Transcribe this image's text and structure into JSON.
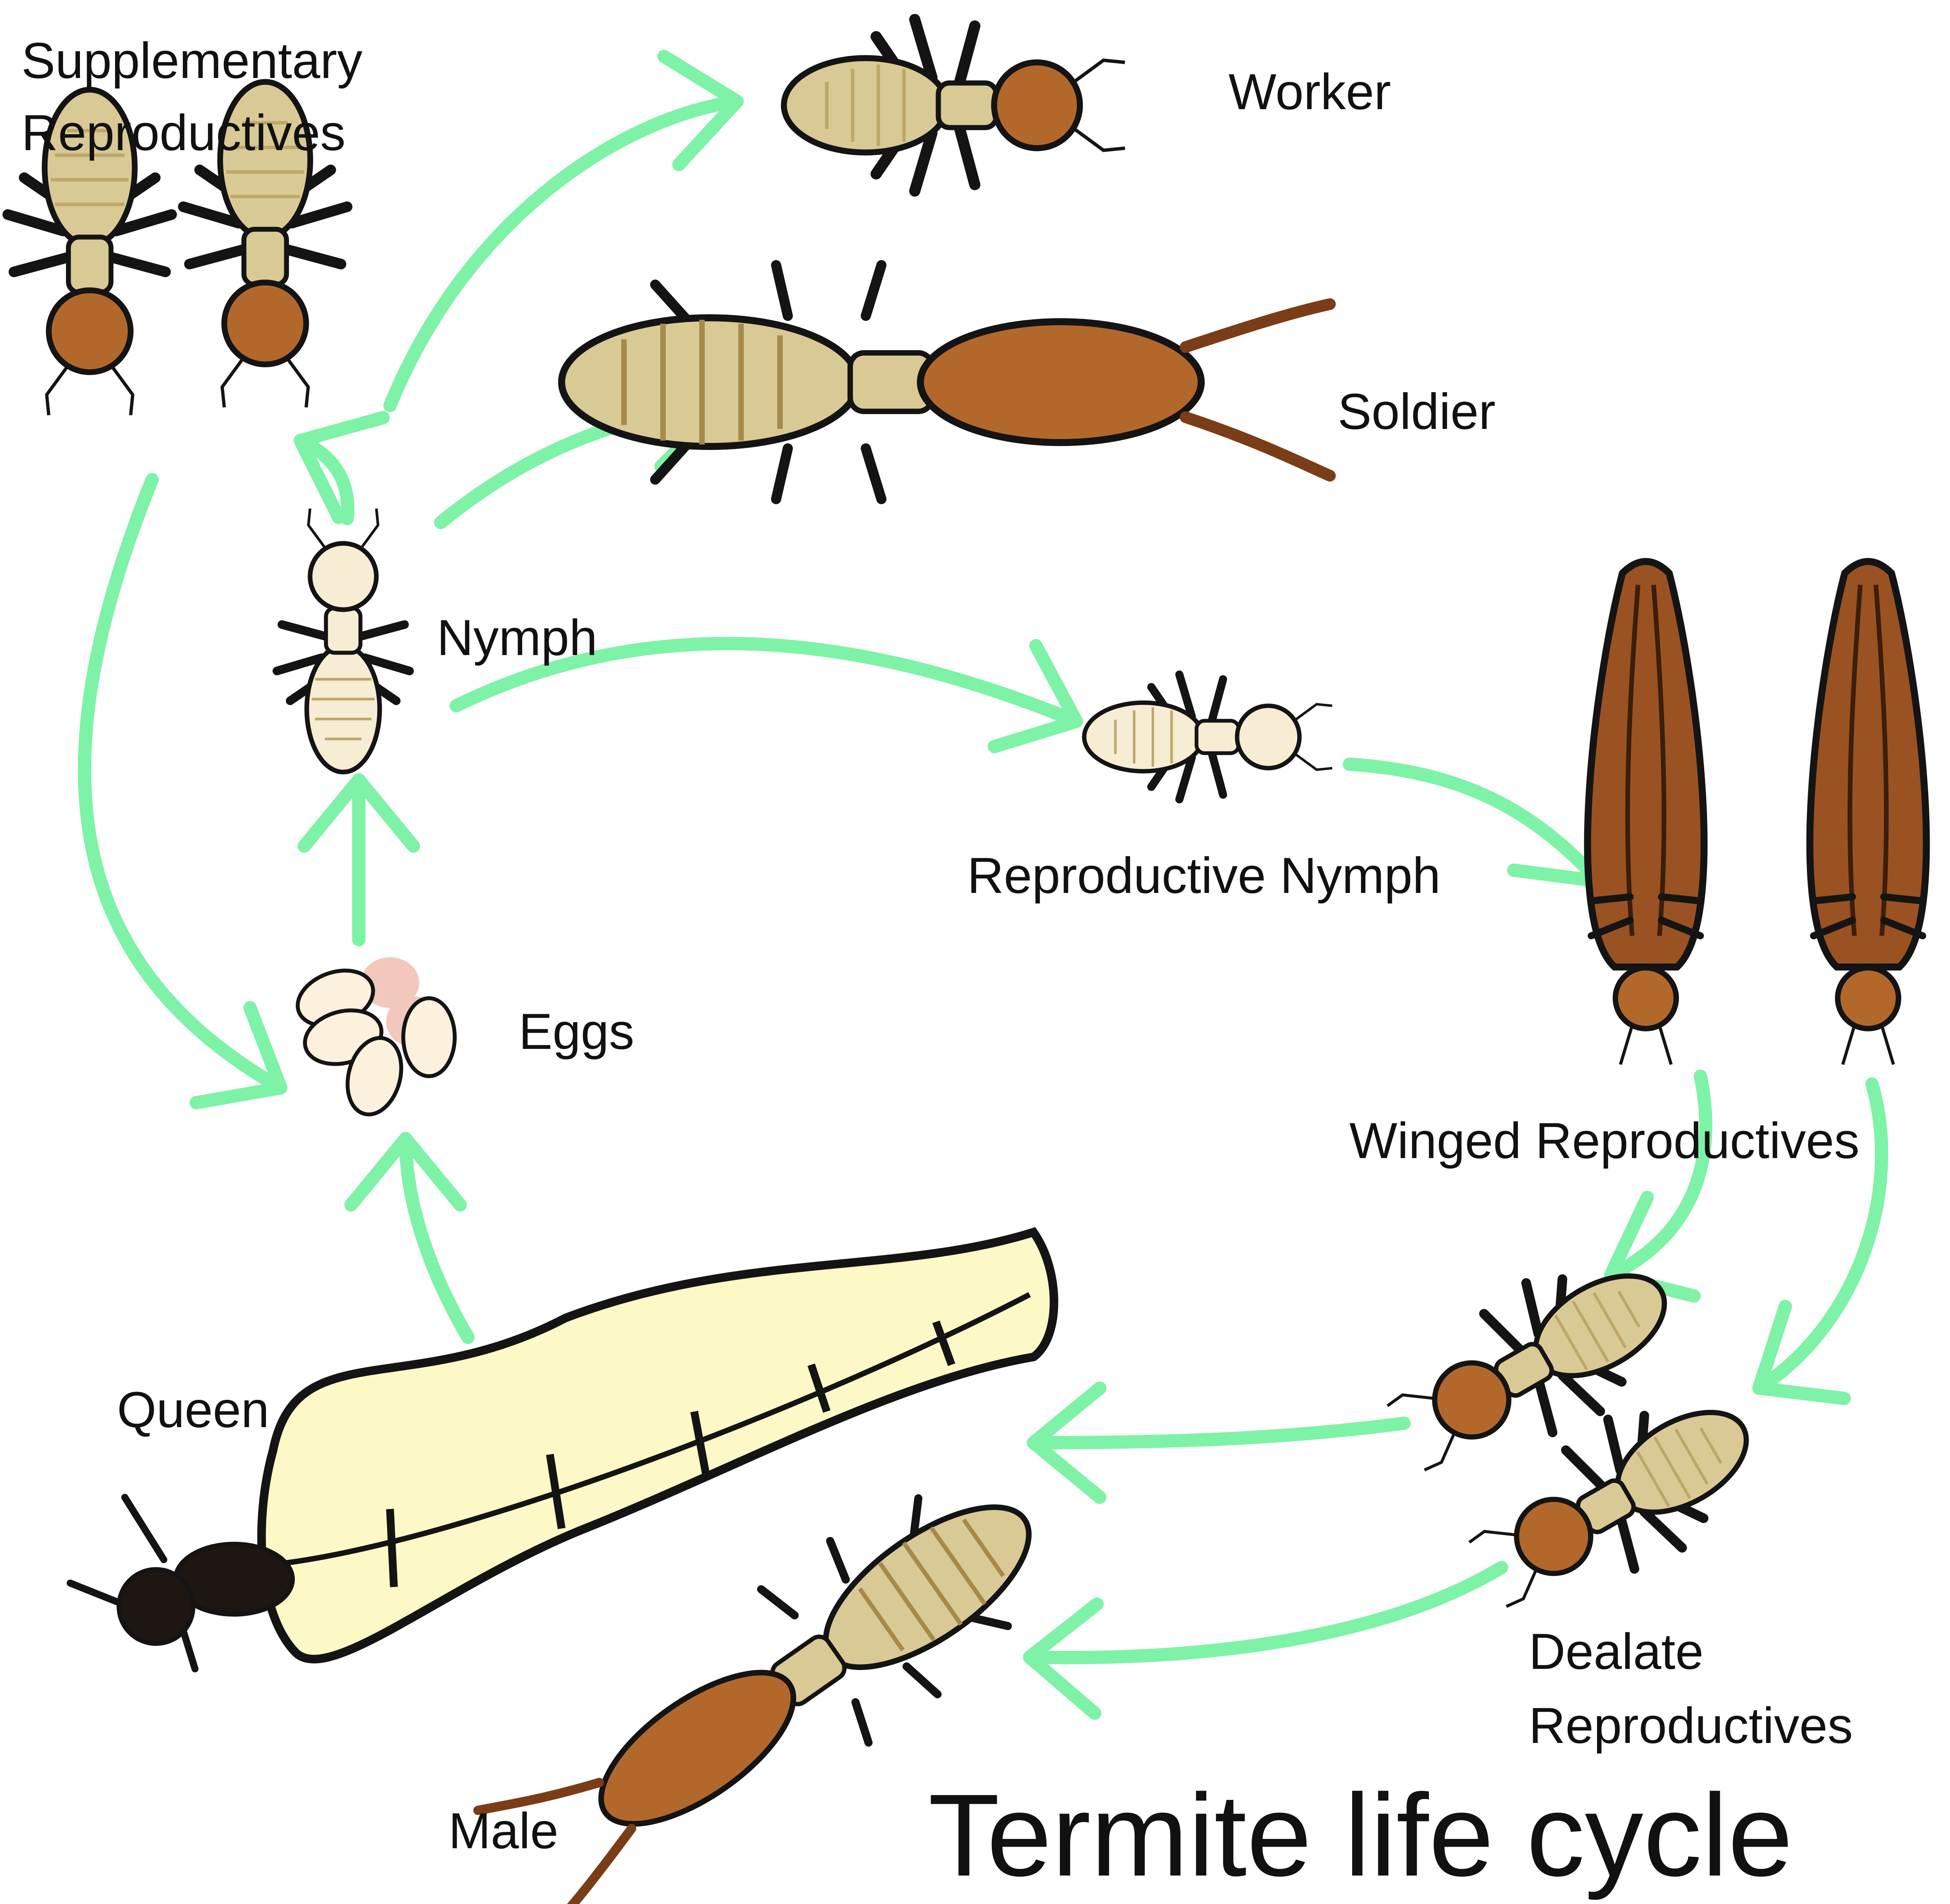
{
  "title": "Termite life cycle",
  "labels": {
    "supplementary_line1": "Supplementary",
    "supplementary_line2": "Reproductives",
    "worker": "Worker",
    "soldier": "Soldier",
    "nymph": "Nymph",
    "reproductive_nymph": "Reproductive Nymph",
    "eggs": "Eggs",
    "winged": "Winged Reproductives",
    "queen": "Queen",
    "dealate_line1": "Dealate",
    "dealate_line2": "Reproductives",
    "male": "Male"
  },
  "colors": {
    "arrow": "#7ef2a6",
    "outline": "#141414",
    "pale_body": "#d9c994",
    "light_body": "#f7ecd4",
    "head": "#b2682b",
    "wing": "#9a5222",
    "queen_abdomen": "#fdf9c6",
    "queen_head": "#1d1612",
    "egg": "#fbf1dc",
    "egg_pink": "#f2c8bc"
  }
}
